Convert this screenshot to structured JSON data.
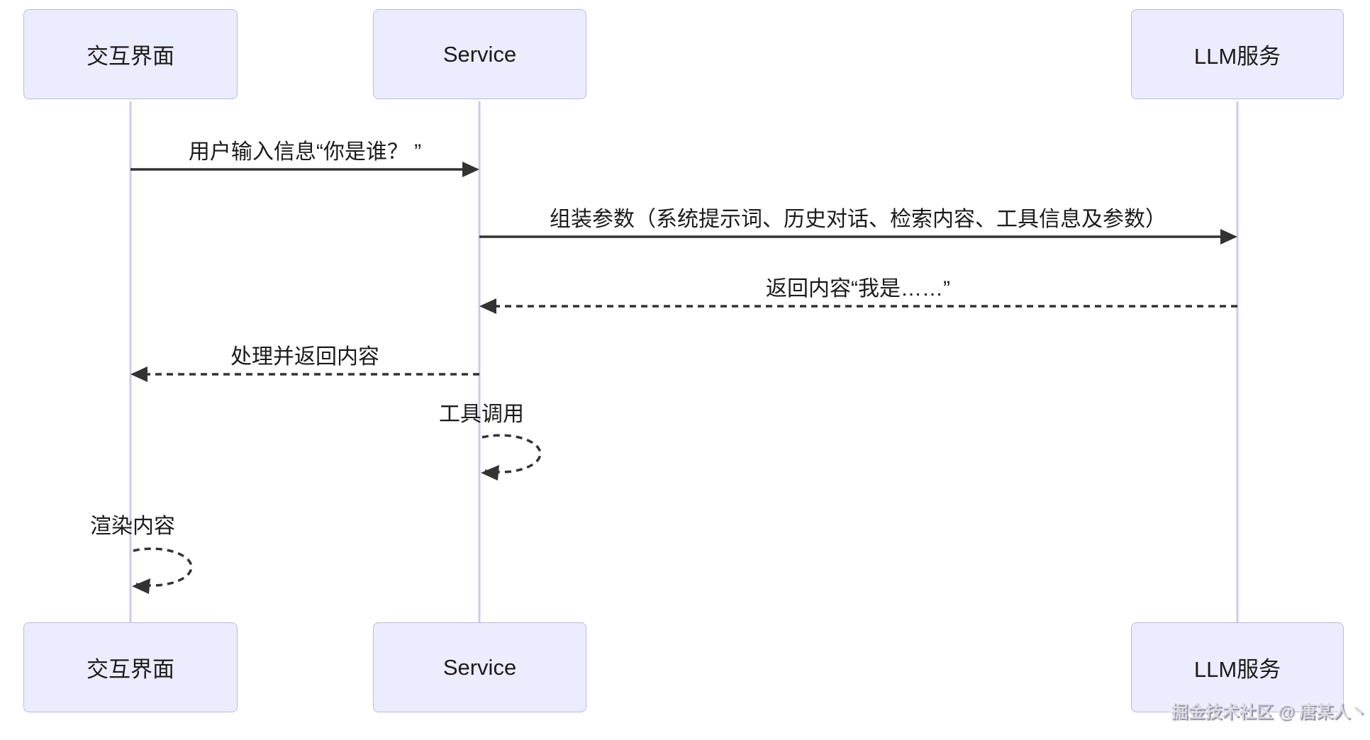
{
  "diagram": {
    "type": "sequence-diagram",
    "actors": [
      {
        "id": "ui",
        "label": "交互界面"
      },
      {
        "id": "service",
        "label": "Service"
      },
      {
        "id": "llm",
        "label": "LLM服务"
      }
    ],
    "messages": [
      {
        "from": "交互界面",
        "to": "Service",
        "line": "solid",
        "label": "用户输入信息“你是谁？ ”"
      },
      {
        "from": "Service",
        "to": "LLM服务",
        "line": "solid",
        "label": "组装参数（系统提示词、历史对话、检索内容、工具信息及参数）"
      },
      {
        "from": "LLM服务",
        "to": "Service",
        "line": "dashed",
        "label": "返回内容“我是……”"
      },
      {
        "from": "Service",
        "to": "交互界面",
        "line": "dashed",
        "label": "处理并返回内容"
      },
      {
        "from": "Service",
        "to": "Service",
        "line": "dashed-self",
        "label": "工具调用"
      },
      {
        "from": "交互界面",
        "to": "交互界面",
        "line": "dashed-self",
        "label": "渲染内容"
      }
    ],
    "watermark": "掘金技术社区 @ 唐某人丶",
    "colors": {
      "background": "#ffffff",
      "actor_fill": "#ececff",
      "actor_border": "#bdbad8",
      "lifeline": "#cccaf0",
      "arrow": "#333333",
      "text": "#1b1b1b",
      "watermark": "#dddce6",
      "watermark_shadow": "#8f8da0"
    }
  }
}
